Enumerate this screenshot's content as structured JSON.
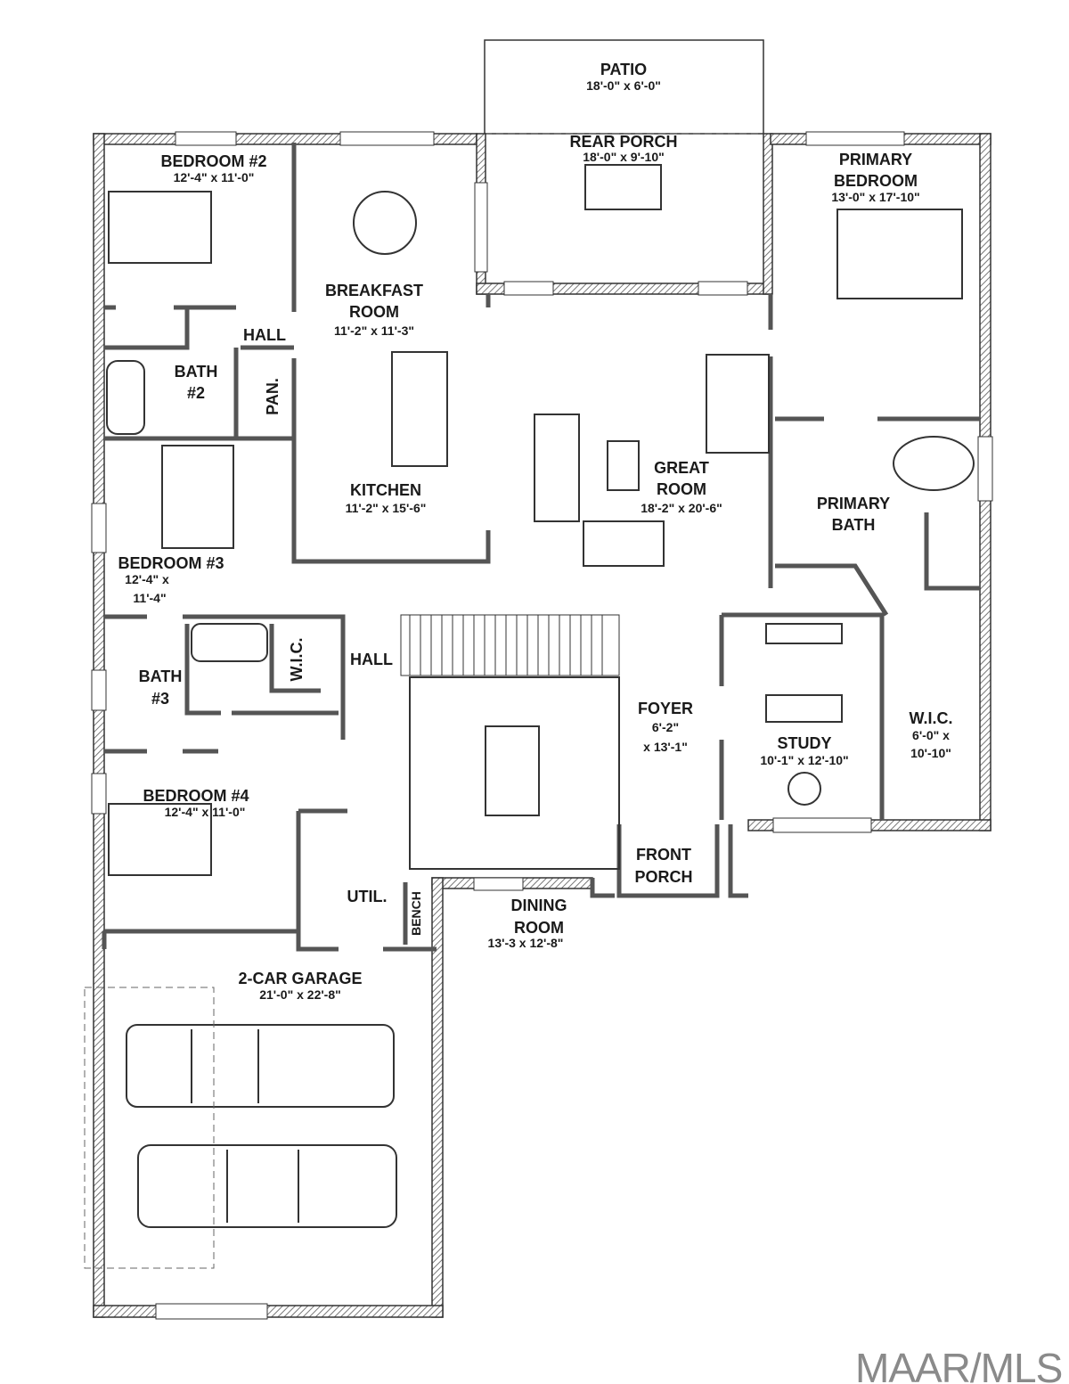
{
  "rooms": {
    "patio": {
      "name": "PATIO",
      "dims": "18'-0\" x 6'-0\""
    },
    "rear_porch": {
      "name": "REAR PORCH",
      "dims": "18'-0\" x 9'-10\""
    },
    "bedroom2": {
      "name": "BEDROOM #2",
      "dims": "12'-4\" x 11'-0\""
    },
    "breakfast": {
      "name1": "BREAKFAST",
      "name2": "ROOM",
      "dims": "11'-2\" x 11'-3\""
    },
    "hall1": {
      "name": "HALL"
    },
    "bath2": {
      "name1": "BATH",
      "name2": "#2"
    },
    "pantry": {
      "name": "PAN."
    },
    "primary_bedroom": {
      "name1": "PRIMARY",
      "name2": "BEDROOM",
      "dims": "13'-0\" x 17'-10\""
    },
    "great_room": {
      "name1": "GREAT",
      "name2": "ROOM",
      "dims": "18'-2\" x 20'-6\""
    },
    "kitchen": {
      "name": "KITCHEN",
      "dims": "11'-2\" x 15'-6\""
    },
    "primary_bath": {
      "name1": "PRIMARY",
      "name2": "BATH"
    },
    "bedroom3": {
      "name": "BEDROOM #3",
      "dims1": "12'-4\" x",
      "dims2": "11'-4\""
    },
    "hall2": {
      "name": "HALL"
    },
    "wic1": {
      "name": "W.I.C."
    },
    "bath3": {
      "name1": "BATH",
      "name2": "#3"
    },
    "foyer": {
      "name": "FOYER",
      "dims1": "6'-2\"",
      "dims2": "x 13'-1\""
    },
    "study": {
      "name": "STUDY",
      "dims": "10'-1\" x 12'-10\""
    },
    "wic2": {
      "name": "W.I.C.",
      "dims1": "6'-0\" x",
      "dims2": "10'-10\""
    },
    "bedroom4": {
      "name": "BEDROOM #4",
      "dims": "12'-4\" x 11'-0\""
    },
    "util": {
      "name": "UTIL."
    },
    "bench": {
      "name": "BENCH"
    },
    "front_porch": {
      "name1": "FRONT",
      "name2": "PORCH"
    },
    "dining": {
      "name1": "DINING",
      "name2": "ROOM",
      "dims": "13'-3 x 12'-8\""
    },
    "garage": {
      "name": "2-CAR GARAGE",
      "dims": "21'-0\" x 22'-8\""
    }
  },
  "watermark": "MAAR/MLS",
  "colors": {
    "wall": "#555555",
    "line": "#222222",
    "watermark": "#8a8a8a"
  }
}
